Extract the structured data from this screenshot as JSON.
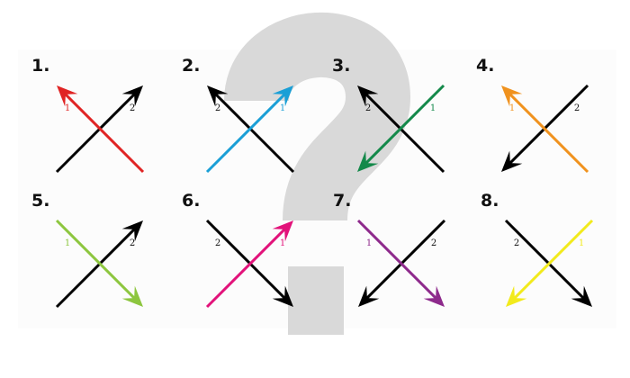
{
  "question_mark": "?",
  "panels": [
    {
      "number": "1.",
      "color": "#e02424",
      "colored_points": "nw",
      "black_points": "ne",
      "colored_label": "1",
      "black_label": "2"
    },
    {
      "number": "2.",
      "color": "#1a9fd6",
      "colored_points": "ne",
      "black_points": "nw",
      "colored_label": "1",
      "black_label": "2"
    },
    {
      "number": "3.",
      "color": "#14894a",
      "colored_points": "sw",
      "black_points": "nw",
      "colored_label": "1",
      "black_label": "2"
    },
    {
      "number": "4.",
      "color": "#f0921e",
      "colored_points": "nw",
      "black_points": "sw",
      "colored_label": "1",
      "black_label": "2"
    },
    {
      "number": "5.",
      "color": "#8dc63f",
      "colored_points": "se",
      "black_points": "ne",
      "colored_label": "1",
      "black_label": "2"
    },
    {
      "number": "6.",
      "color": "#e2127a",
      "colored_points": "ne",
      "black_points": "se",
      "colored_label": "1",
      "black_label": "2"
    },
    {
      "number": "7.",
      "color": "#8e2a8c",
      "colored_points": "se",
      "black_points": "sw",
      "colored_label": "1",
      "black_label": "2"
    },
    {
      "number": "8.",
      "color": "#f2ea1c",
      "colored_points": "sw",
      "black_points": "se",
      "colored_label": "1",
      "black_label": "2"
    }
  ]
}
